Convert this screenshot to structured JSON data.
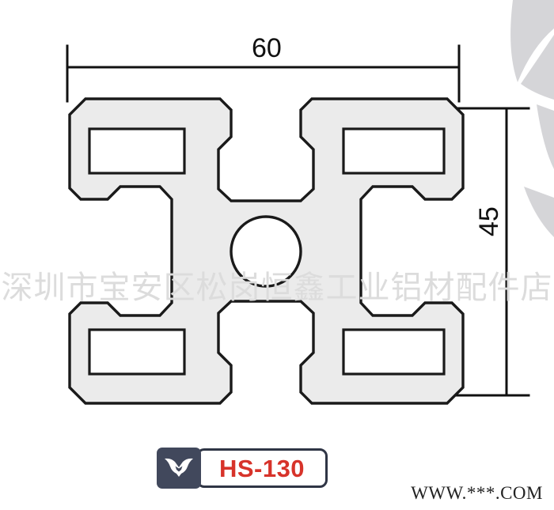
{
  "drawing": {
    "type": "aluminium-extrusion-cross-section",
    "outline_color": "#1a1a1a",
    "body_fill": "#ebebeb",
    "cavity_fill": "#ffffff",
    "dimensions": {
      "width_label": "60",
      "height_label": "45",
      "unit_implied": "mm"
    },
    "features": {
      "center_bore": "circular-through-hole",
      "t_slots": 4,
      "corner_cavities": 4
    }
  },
  "badge": {
    "logo_icon": "wings-logo-icon",
    "logo_bg": "#41485c",
    "code": "HS-130",
    "code_color": "#d7332a",
    "plate_border": "#2f3545"
  },
  "watermarks": {
    "company_cn": "深圳市宝安区松岗恒鑫工业铝材配件店",
    "company_color": "#dcdcdc",
    "url": "WWW.***.COM",
    "url_color": "#222222",
    "decor_color": "#d5d5d8"
  }
}
